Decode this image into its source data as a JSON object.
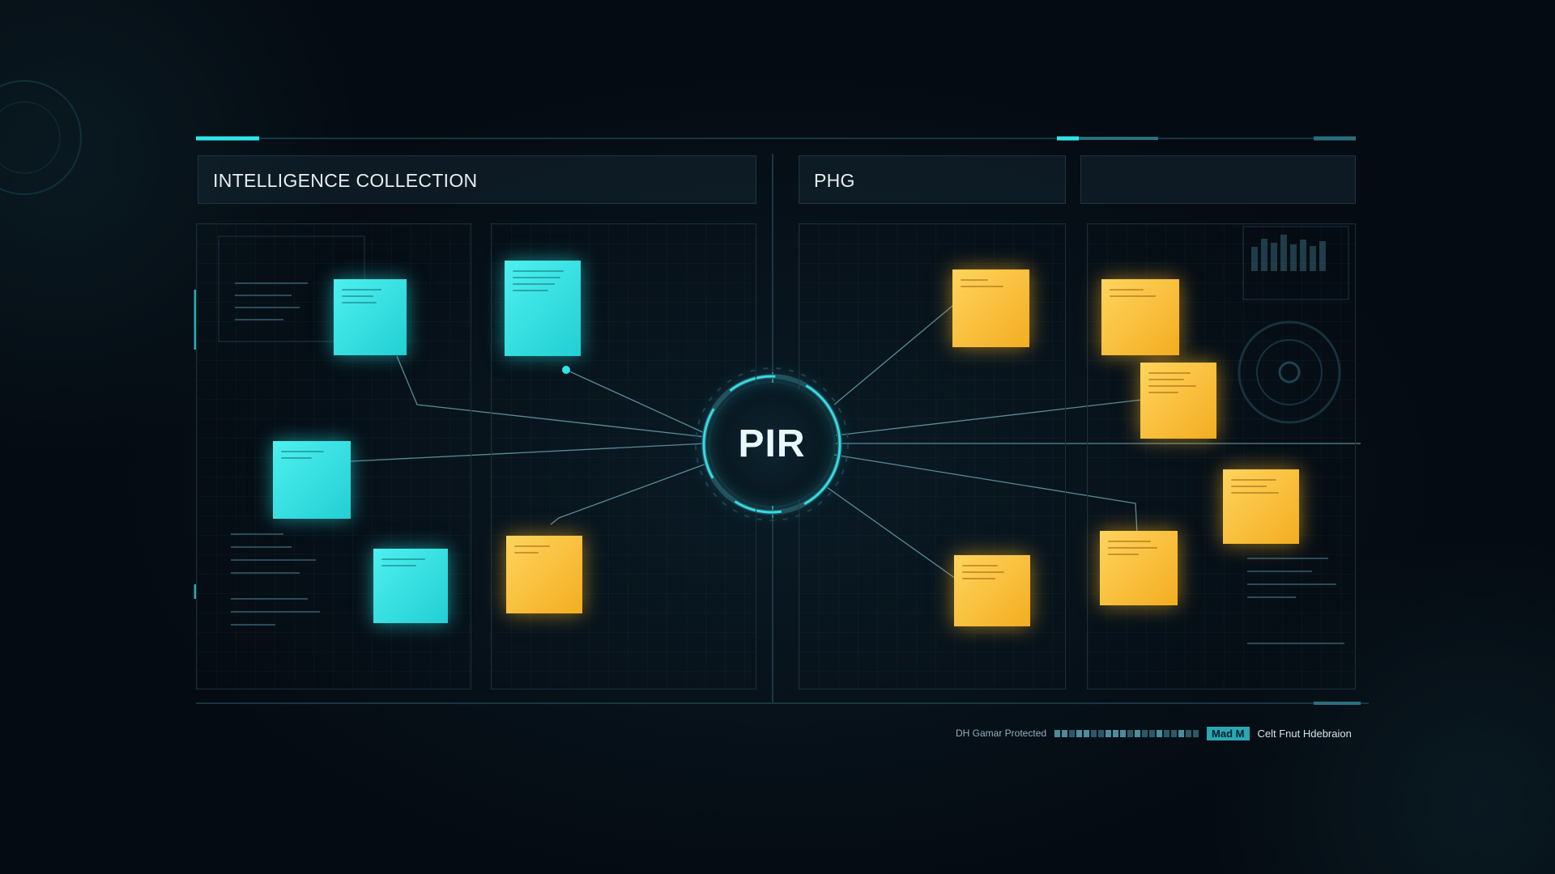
{
  "headers": {
    "collection_title": "INTELLIGENCE COLLECTION",
    "middle_title": "PHG",
    "right_title": ""
  },
  "hub": {
    "label": "PIR"
  },
  "status_bar": {
    "left_text": "DH Gamar Protected",
    "mode_badge": "Mad M",
    "right_text": "Celt Fnut Hdebraion"
  },
  "colors": {
    "accent_cyan": "#2ee6ea",
    "accent_amber": "#f6b52a",
    "background": "#050b12",
    "panel_border": "#1b2e3a",
    "connector": "#6fa9b6"
  }
}
